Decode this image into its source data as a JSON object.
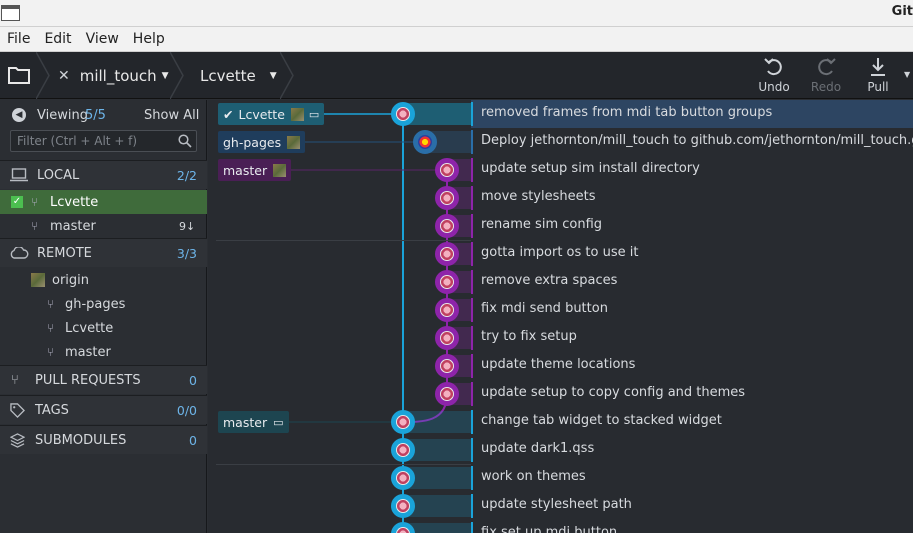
{
  "window": {
    "title": "Git"
  },
  "menu": [
    "File",
    "Edit",
    "View",
    "Help"
  ],
  "toolbar": {
    "repo": "mill_touch",
    "branch": "Lcvette",
    "undo": "Undo",
    "redo": "Redo",
    "pull": "Pull"
  },
  "sidebar": {
    "viewing_label": "Viewing",
    "viewing_count": "5/5",
    "show_all": "Show All",
    "filter_placeholder": "Filter (Ctrl + Alt + f)",
    "local_label": "LOCAL",
    "local_count": "2/2",
    "local_branches": [
      {
        "name": "Lcvette",
        "active": true,
        "badge": ""
      },
      {
        "name": "master",
        "active": false,
        "badge": "9↓"
      }
    ],
    "remote_label": "REMOTE",
    "remote_count": "3/3",
    "remote_name": "origin",
    "remote_branches": [
      "gh-pages",
      "Lcvette",
      "master"
    ],
    "pull_requests_label": "PULL REQUESTS",
    "pull_requests_count": "0",
    "tags_label": "TAGS",
    "tags_count": "0/0",
    "submodules_label": "SUBMODULES",
    "submodules_count": "0"
  },
  "graph": {
    "tags": {
      "lcvette": "Lcvette",
      "ghpages": "gh-pages",
      "master_top": "master",
      "master_low": "master"
    },
    "commits": [
      {
        "message": "removed frames from mdi tab button groups",
        "lane": "blue"
      },
      {
        "message": "Deploy jethornton/mill_touch to github.com/jethornton/mill_touch.git:gh-pages",
        "lane": "navy"
      },
      {
        "message": "update setup sim install directory",
        "lane": "purple"
      },
      {
        "message": "move stylesheets",
        "lane": "purple"
      },
      {
        "message": "rename sim config",
        "lane": "purple"
      },
      {
        "message": "gotta import os to use it",
        "lane": "purple"
      },
      {
        "message": "remove extra spaces",
        "lane": "purple"
      },
      {
        "message": "fix mdi send button",
        "lane": "purple"
      },
      {
        "message": "try to fix setup",
        "lane": "purple"
      },
      {
        "message": "update theme locations",
        "lane": "purple"
      },
      {
        "message": "update setup to copy config and themes",
        "lane": "purple"
      },
      {
        "message": "change tab widget to stacked widget",
        "lane": "blue"
      },
      {
        "message": "update dark1.qss",
        "lane": "blue"
      },
      {
        "message": "work on themes",
        "lane": "blue"
      },
      {
        "message": "update stylesheet path",
        "lane": "blue"
      },
      {
        "message": "fix set up mdi button",
        "lane": "blue"
      }
    ]
  },
  "colors": {
    "blue": "#1aa3d9",
    "navy": "#2a6ea8",
    "purple": "#8e24aa",
    "active_branch": "#3f6b3b"
  }
}
